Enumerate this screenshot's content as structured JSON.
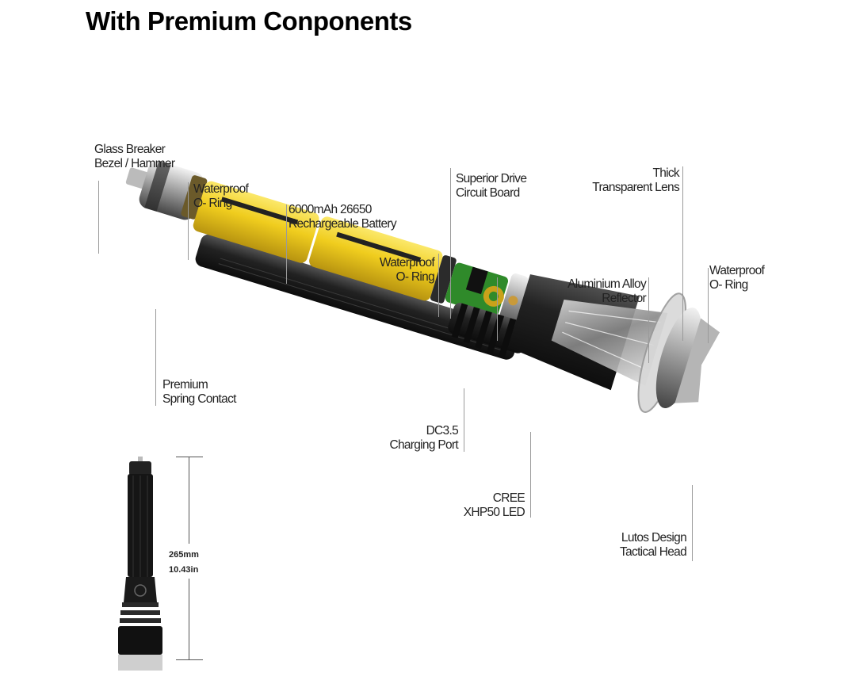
{
  "title": "With Premium Conponents",
  "labels": {
    "glass_breaker": "Glass Breaker\nBezel / Hammer",
    "oring_tail": "Waterproof\nO- Ring",
    "battery": "6000mAh 26650\nRechargeable Battery",
    "oring_mid": "Waterproof\nO- Ring",
    "circuit_board": "Superior Drive\nCircuit Board",
    "lens": "Thick\nTransparent Lens",
    "reflector": "Aluminium Alloy\nReflector",
    "oring_head": "Waterproof\nO- Ring",
    "spring": "Premium\nSpring Contact",
    "charging_port": "DC3.5\nCharging Port",
    "led": "CREE\nXHP50 LED",
    "head": "Lutos Design\nTactical Head"
  },
  "dimensions": {
    "length_mm": "265mm",
    "length_in": "10.43in"
  },
  "colors": {
    "battery": "#f2d22a",
    "body": "#1c1c1c",
    "board": "#2f8a2a",
    "metal": "#c8c8c8"
  }
}
